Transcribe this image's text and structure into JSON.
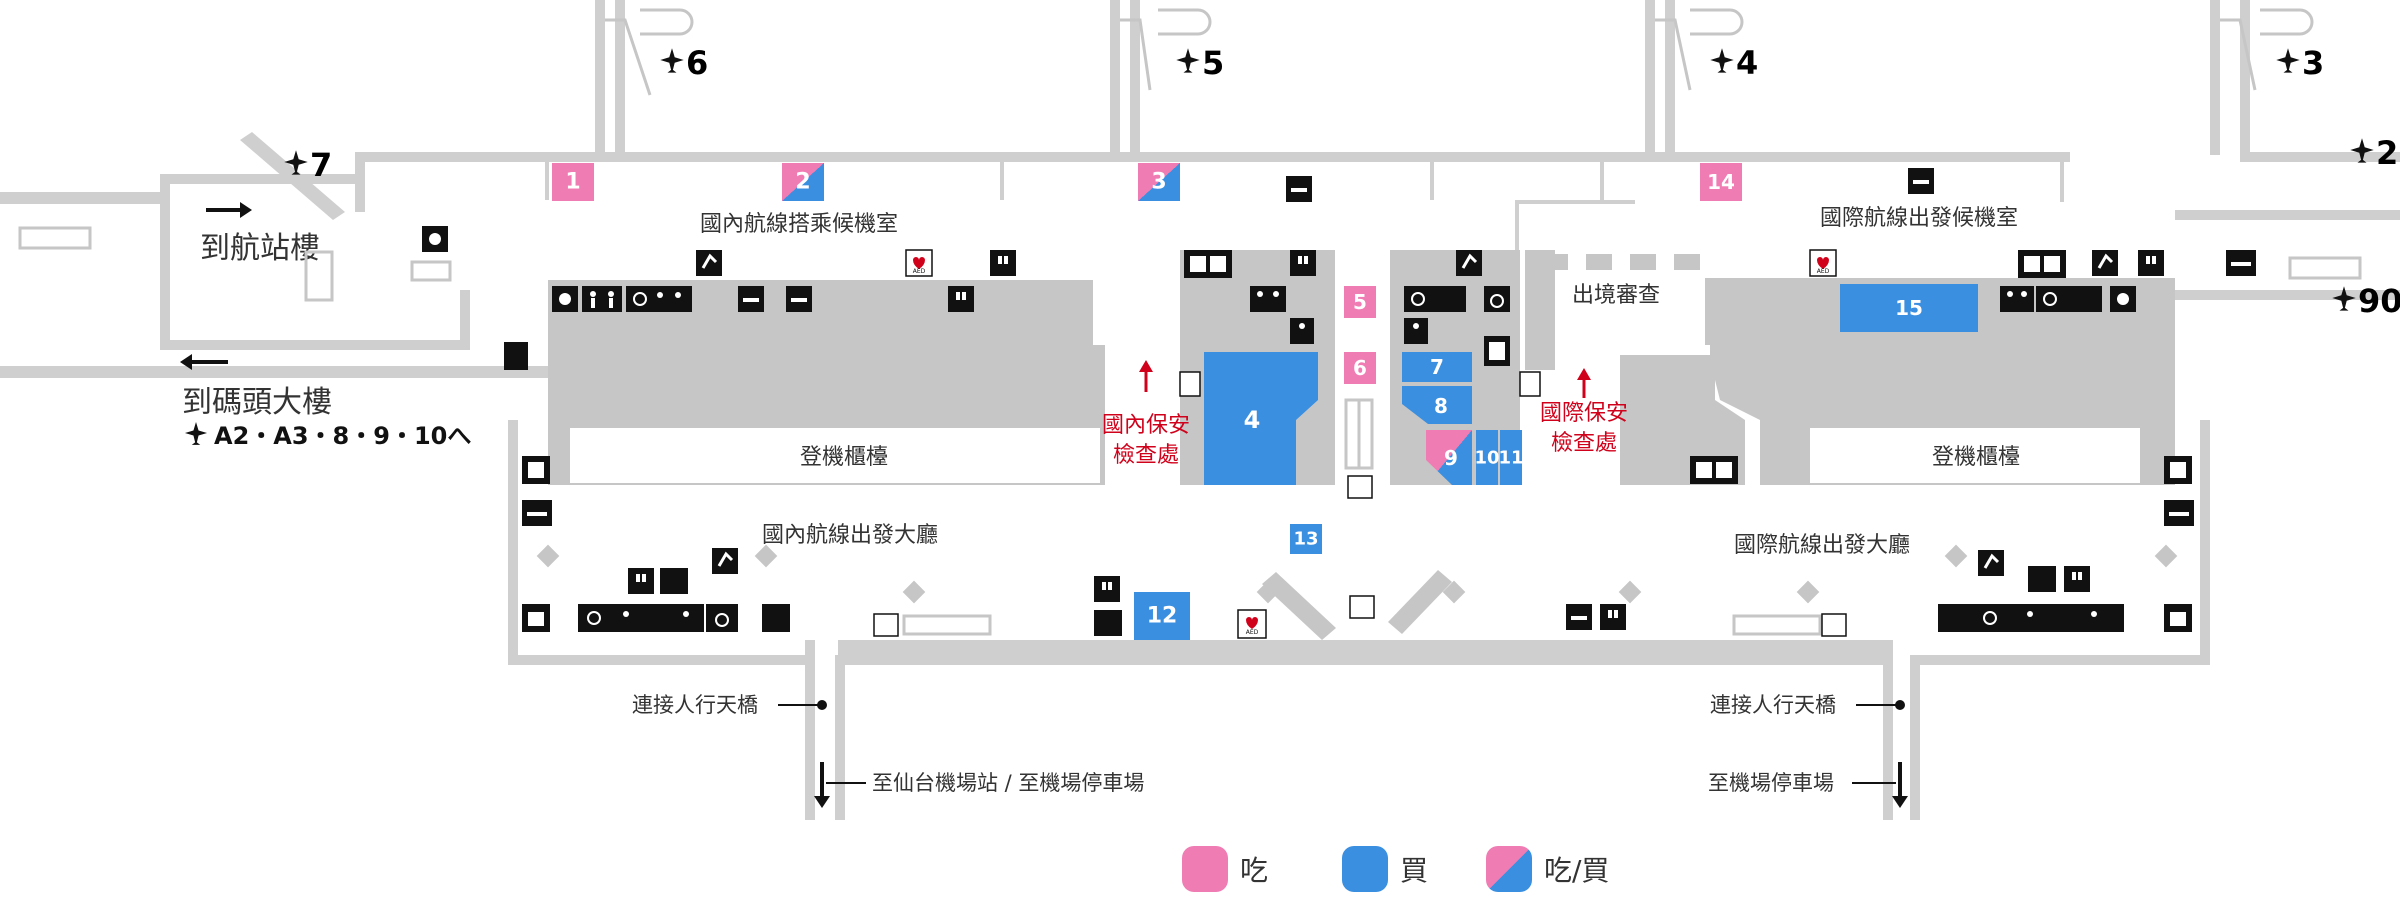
{
  "colors": {
    "eat": "#f07cb4",
    "buy": "#3a8fe0",
    "wall": "#cfcfcf",
    "floor": "#c6c6c6",
    "security": "#d0021b",
    "icon": "#111111"
  },
  "labels": {
    "arrival_building": "到航站樓",
    "to_wharf_building": "到碼頭大樓",
    "wharf_gates": "A2・A3・8・9・10へ",
    "domestic_waiting": "國內航線搭乘候機室",
    "intl_waiting": "國際航線出發候機室",
    "emigration": "出境審查",
    "checkin_left": "登機櫃檯",
    "checkin_right": "登機櫃檯",
    "domestic_departure": "國內航線出發大廳",
    "intl_departure": "國際航線出發大廳",
    "domestic_security_line1": "國內保安",
    "domestic_security_line2": "檢查處",
    "intl_security_line1": "國際保安",
    "intl_security_line2": "檢查處",
    "bridge_left": "連接人行天橋",
    "bridge_right": "連接人行天橋",
    "to_station": "至仙台機場站 / 至機場停車場",
    "to_parking": "至機場停車場"
  },
  "gates": [
    "6",
    "5",
    "4",
    "3",
    "2",
    "7",
    "90"
  ],
  "shops": [
    {
      "num": "1",
      "kind": "eat"
    },
    {
      "num": "2",
      "kind": "both"
    },
    {
      "num": "3",
      "kind": "both"
    },
    {
      "num": "4",
      "kind": "buy"
    },
    {
      "num": "5",
      "kind": "eat"
    },
    {
      "num": "6",
      "kind": "eat"
    },
    {
      "num": "7",
      "kind": "buy"
    },
    {
      "num": "8",
      "kind": "buy"
    },
    {
      "num": "9",
      "kind": "both"
    },
    {
      "num": "10",
      "kind": "buy"
    },
    {
      "num": "11",
      "kind": "buy"
    },
    {
      "num": "12",
      "kind": "buy"
    },
    {
      "num": "13",
      "kind": "buy"
    },
    {
      "num": "14",
      "kind": "eat"
    },
    {
      "num": "15",
      "kind": "buy"
    }
  ],
  "legend": [
    {
      "label": "吃",
      "kind": "eat"
    },
    {
      "label": "買",
      "kind": "buy"
    },
    {
      "label": "吃/買",
      "kind": "both"
    }
  ],
  "icons": {
    "aed": "AED"
  }
}
